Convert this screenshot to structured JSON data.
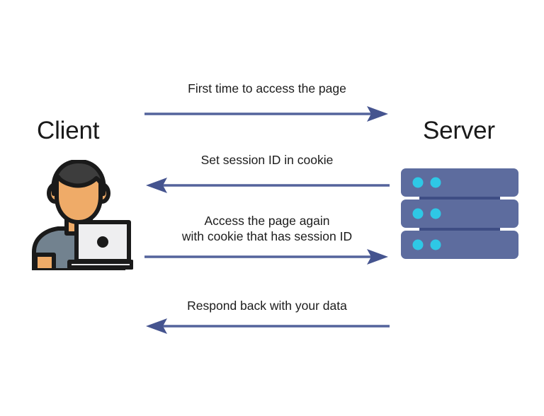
{
  "diagram": {
    "title_not_shown": "",
    "background_color": "#ffffff",
    "client": {
      "label": "Client",
      "icon": "person-with-laptop-icon",
      "colors": {
        "hair": "#3d3d3d",
        "skin": "#efab68",
        "shirt": "#72828f",
        "laptop": "#e8e8ea",
        "outline": "#1a1a1a"
      }
    },
    "server": {
      "label": "Server",
      "icon": "server-rack-icon",
      "colors": {
        "rack": "#5d6c9e",
        "rack_shadow": "#3e4d84",
        "led": "#2ec8e6"
      },
      "rack_units": 3,
      "leds_per_unit": 2
    },
    "arrow_color": "#54639c",
    "messages": [
      {
        "id": "msg-1",
        "caption": "First time to access the page",
        "direction": "client-to-server",
        "sequence": 1
      },
      {
        "id": "msg-2",
        "caption": "Set session ID in cookie",
        "direction": "server-to-client",
        "sequence": 2
      },
      {
        "id": "msg-3",
        "caption": "Access the page again\nwith cookie that has session ID",
        "direction": "client-to-server",
        "sequence": 3
      },
      {
        "id": "msg-4",
        "caption": "Respond back with your data",
        "direction": "server-to-client",
        "sequence": 4
      }
    ]
  }
}
